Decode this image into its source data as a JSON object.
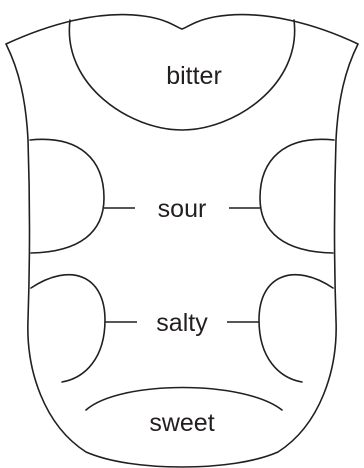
{
  "diagram": {
    "regions": {
      "bitter": "bitter",
      "sour": "sour",
      "salty": "salty",
      "sweet": "sweet"
    },
    "colors": {
      "line": "#231f20",
      "background": "#ffffff"
    }
  }
}
